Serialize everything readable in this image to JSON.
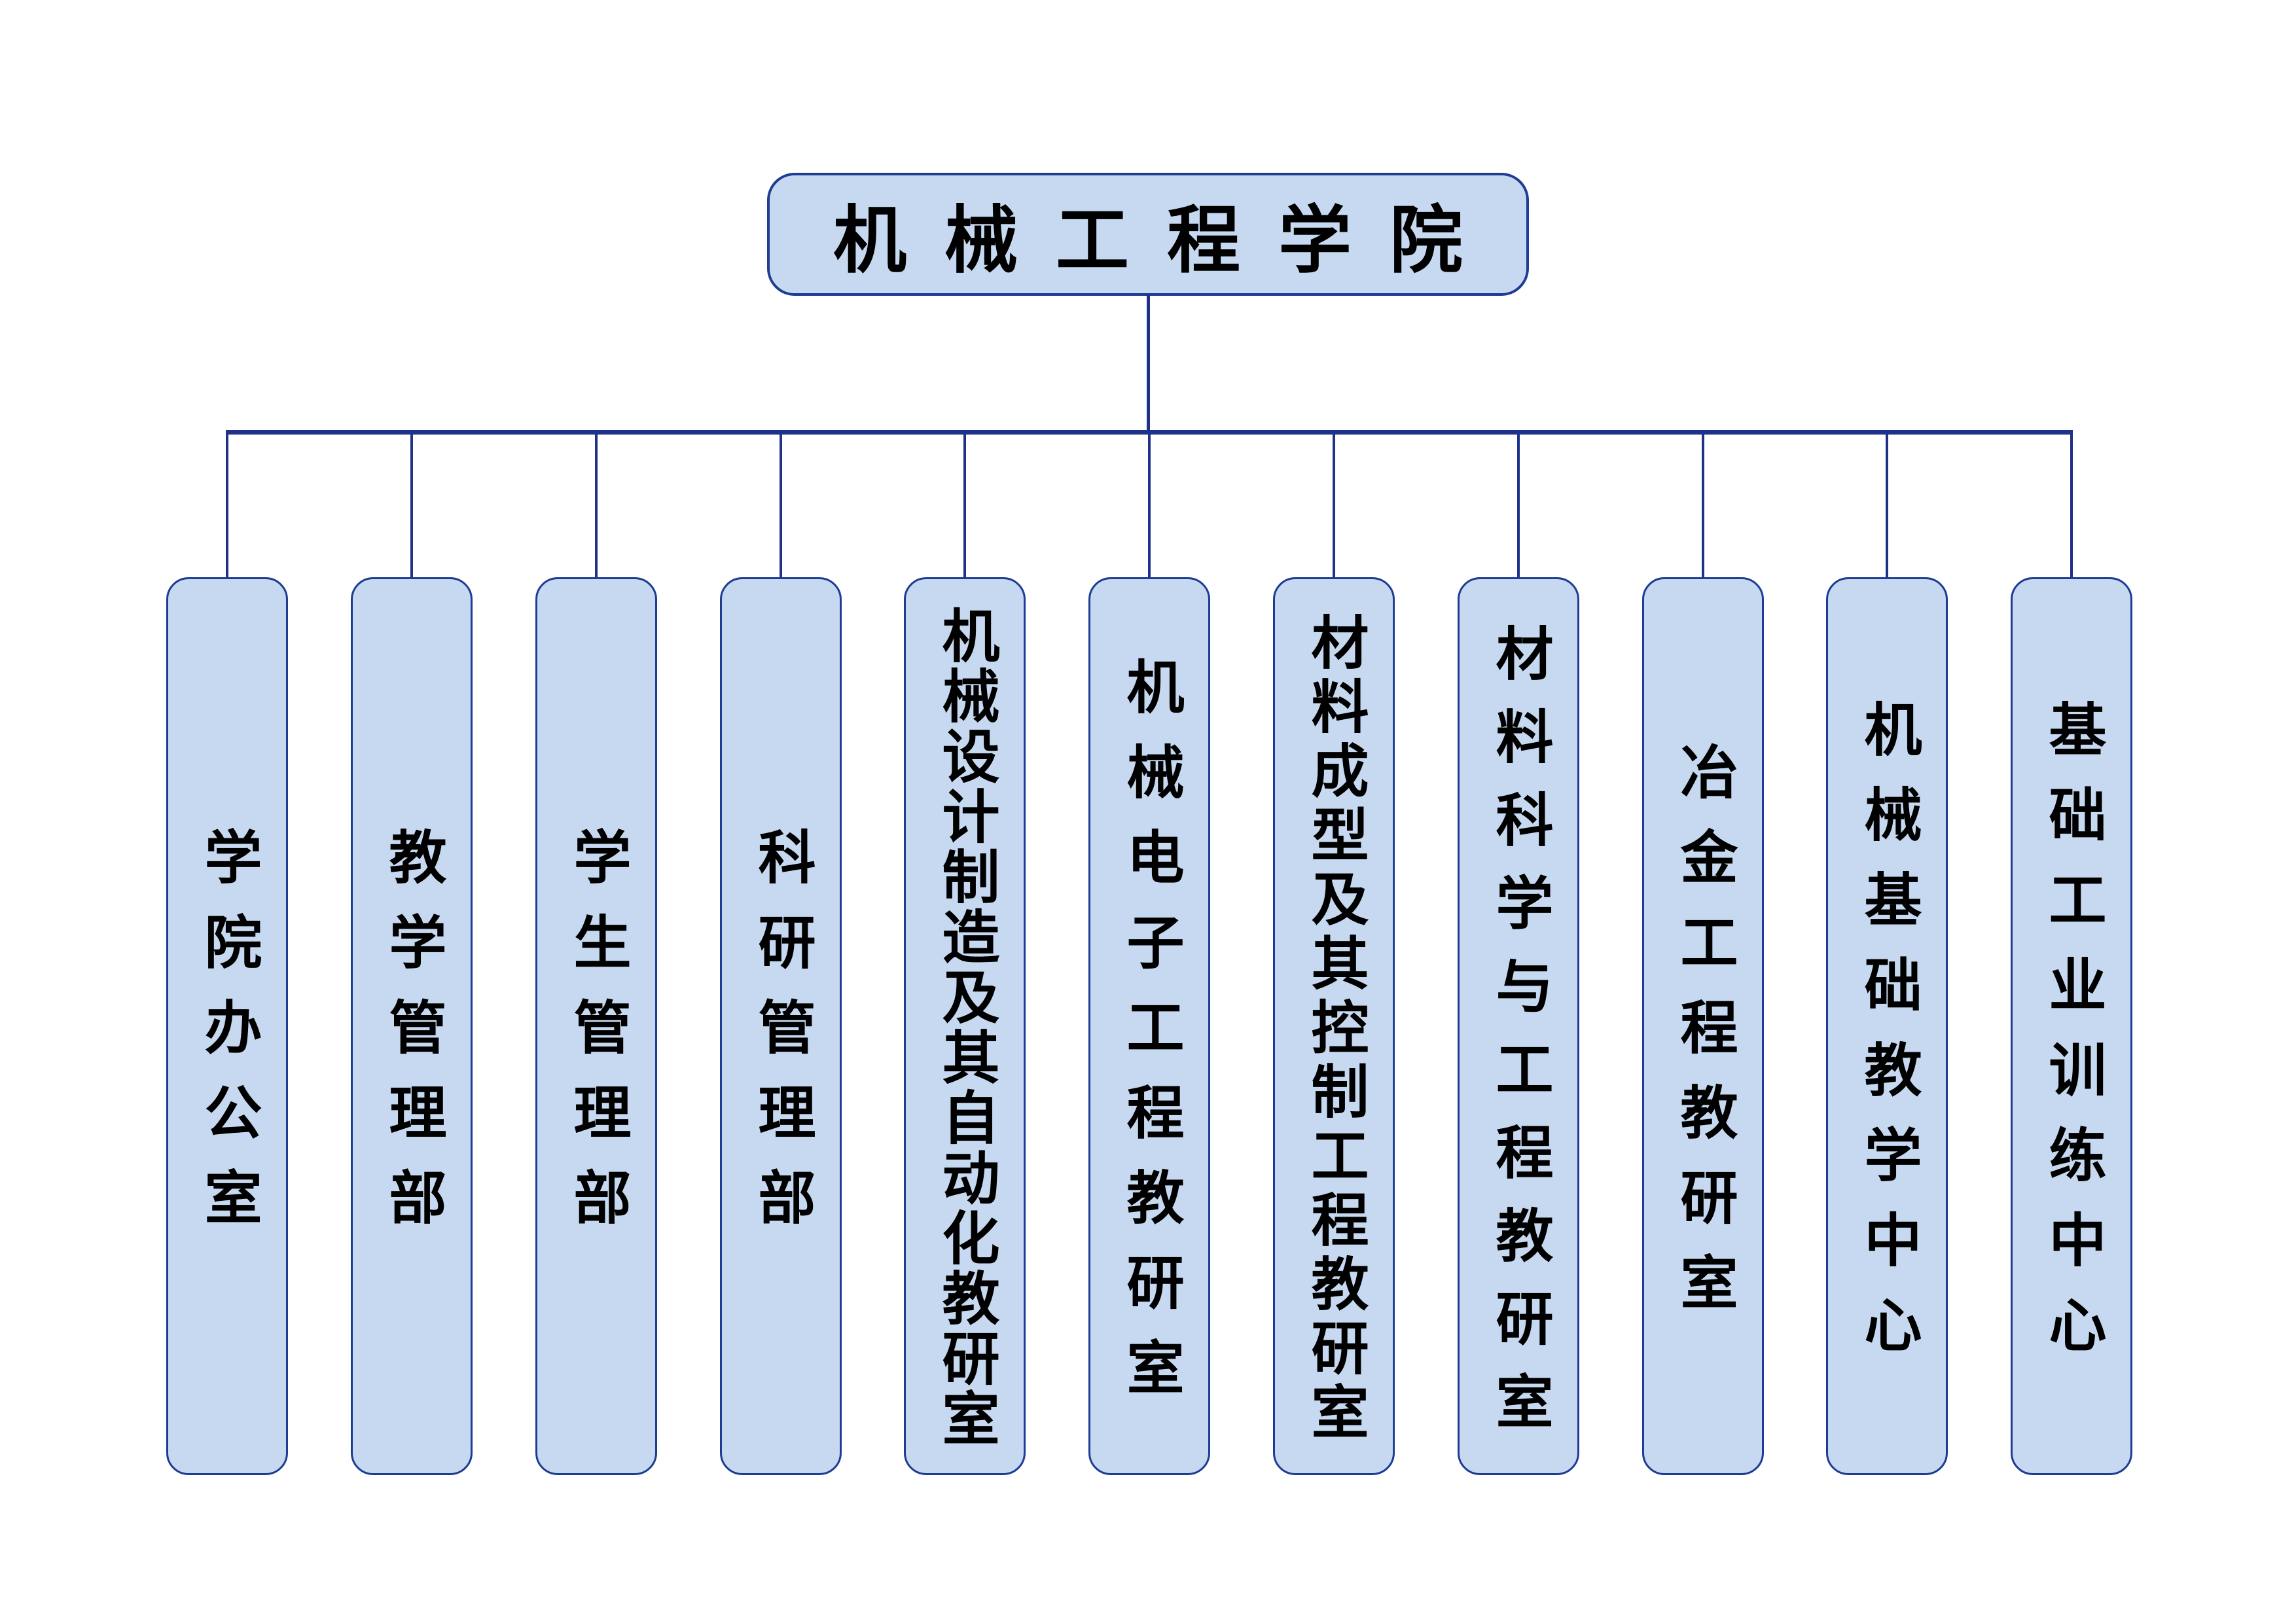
{
  "colors": {
    "background": "#ffffff",
    "node_fill": "#c7d9f0",
    "node_border": "#1e3c93",
    "connector": "#1f3189",
    "text": "#000000"
  },
  "chart": {
    "type": "org-chart",
    "root": {
      "label": "机械工程学院"
    },
    "children": [
      {
        "label": "学院办公室"
      },
      {
        "label": "教学管理部"
      },
      {
        "label": "学生管理部"
      },
      {
        "label": "科研管理部"
      },
      {
        "label": "机械设计制造及其自动化教研室"
      },
      {
        "label": "机械电子工程教研室"
      },
      {
        "label": "材料成型及其控制工程教研室"
      },
      {
        "label": "材料科学与工程教研室"
      },
      {
        "label": "冶金工程教研室"
      },
      {
        "label": "机械基础教学中心"
      },
      {
        "label": "基础工业训练中心"
      }
    ]
  }
}
